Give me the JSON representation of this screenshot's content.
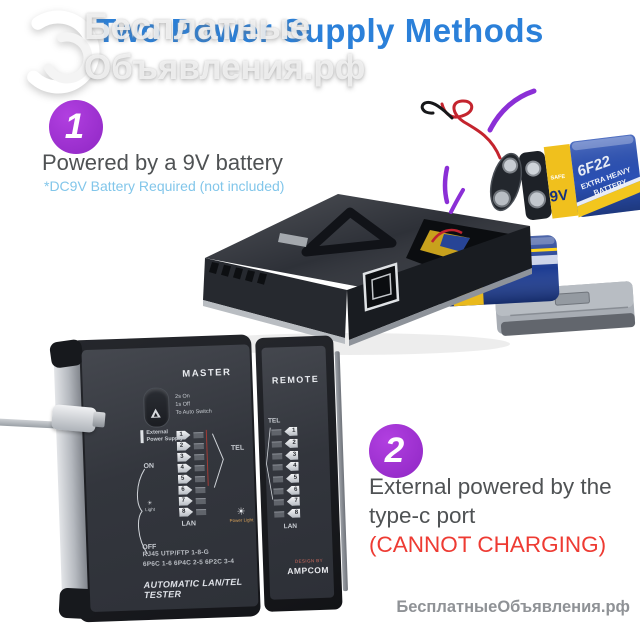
{
  "title": "Two Power Supply Methods",
  "watermark": {
    "line1": "Бесплатные",
    "line2": "Объявления.рф",
    "footer": "БесплатныеОбъявления.рф"
  },
  "method1": {
    "badge": "1",
    "heading": "Powered by a 9V battery",
    "note": "*DC9V Battery Required (not included)"
  },
  "method2": {
    "badge": "2",
    "heading_line1": "External powered by the",
    "heading_line2": "type-c port",
    "warning": "(CANNOT CHARGING)"
  },
  "battery": {
    "safe_label": "SAFE",
    "voltage": "9V",
    "model": "6F22",
    "type_line1": "EXTRA HEAVY",
    "type_line2": "BATTERY"
  },
  "tester": {
    "master": {
      "label": "MASTER",
      "button_lines": [
        "2s On",
        "1s Off",
        "To Auto Switch"
      ],
      "power_label_line1": "External",
      "power_label_line2": "Power Supply",
      "leds": [
        "1",
        "2",
        "3",
        "4",
        "5",
        "6",
        "7",
        "8"
      ],
      "tel_label": "TEL",
      "lan_label": "LAN",
      "on_label": "ON",
      "off_label": "OFF",
      "light_label": "Light",
      "power_light_label": "Power Light",
      "spec_line1": "RJ45 UTP/FTP 1-8-G",
      "spec_line2": "6P6C 1-6 6P4C 2-5 6P2C 3-4",
      "name": "AUTOMATIC LAN/TEL TESTER"
    },
    "remote": {
      "label": "REMOTE",
      "tel_label": "TEL",
      "lan_label": "LAN",
      "leds": [
        "1",
        "2",
        "3",
        "4",
        "5",
        "6",
        "7",
        "8"
      ],
      "brand_line1": "DESIGN BY",
      "brand_line2": "AMPCOM"
    }
  },
  "icons": {
    "light": "☀",
    "power_light": "☀"
  },
  "colors": {
    "title_blue": "#2b80d9",
    "badge_purple": "#9a2cc8",
    "note_blue": "#82c6ea",
    "warning_red": "#ee3b33",
    "stroke_purple": "#8b2fd6",
    "battery_blue": "#2a4fae",
    "battery_yellow": "#f0c01d",
    "footer_gray": "#8f9296"
  }
}
